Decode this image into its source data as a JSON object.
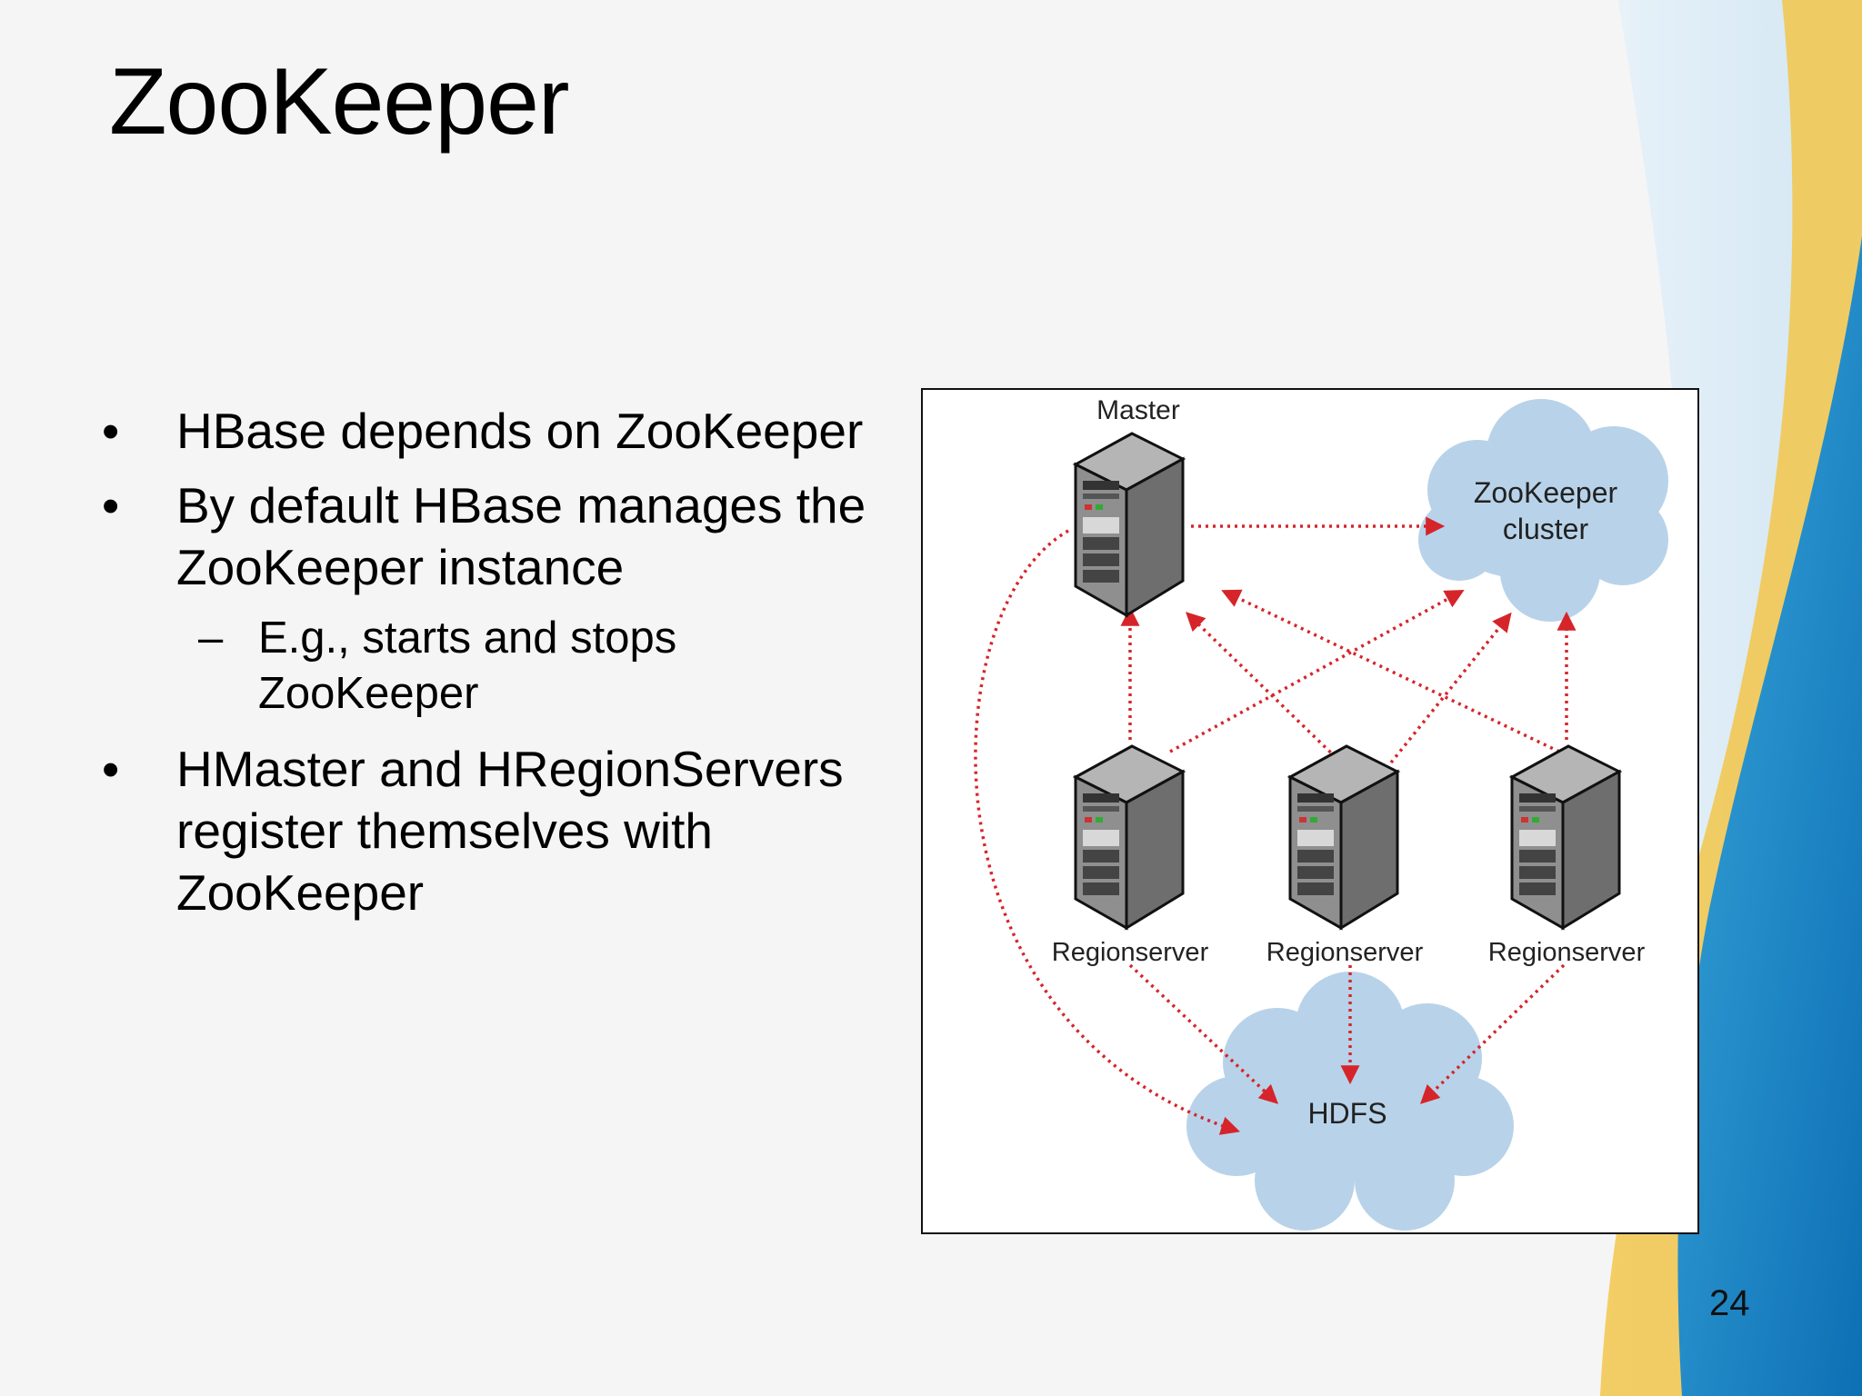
{
  "slide": {
    "title": "ZooKeeper",
    "page_number": "24"
  },
  "bullets": [
    {
      "text": "HBase depends on ZooKeeper"
    },
    {
      "text": "By default HBase manages the ZooKeeper instance"
    },
    {
      "sub": "E.g., starts and stops ZooKeeper"
    },
    {
      "text": "HMaster and HRegionServers register themselves with ZooKeeper"
    }
  ],
  "bullet_glyph": "•",
  "dash_glyph": "–",
  "diagram": {
    "master_label": "Master",
    "zookeeper_label_line1": "ZooKeeper",
    "zookeeper_label_line2": "cluster",
    "regionserver_labels": [
      "Regionserver",
      "Regionserver",
      "Regionserver"
    ],
    "hdfs_label": "HDFS",
    "arrow_color": "#d6252a",
    "cloud_color": "#b8d3e9",
    "server_color": "#7a7a7a"
  },
  "theme": {
    "accent_blue": "#1e8fd0",
    "accent_yellow": "#f3c64a"
  }
}
